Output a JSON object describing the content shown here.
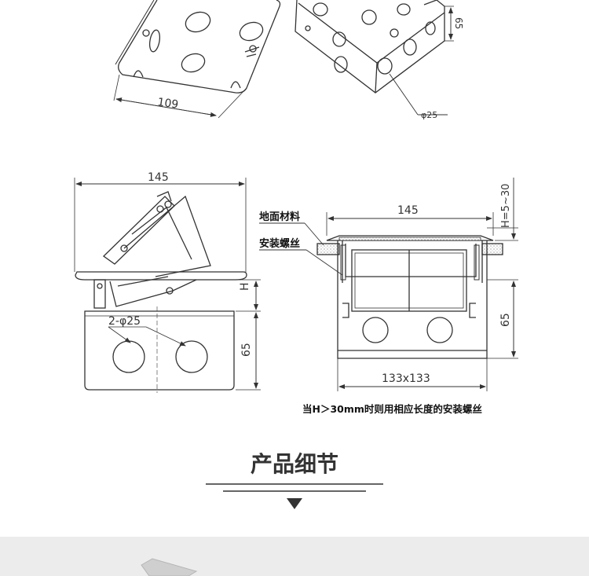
{
  "top_views": {
    "left_dim": "109",
    "right_dim_height": "65",
    "right_dim_hole": "φ25"
  },
  "side_view": {
    "width_dim": "145",
    "height_dim_h": "H",
    "height_dim_65": "65",
    "hole_label": "2-φ25"
  },
  "section_view": {
    "width_dim": "145",
    "height_dim_h": "H=5~30",
    "height_dim_65": "65",
    "base_dim": "133x133",
    "label_floor_material": "地面材料",
    "label_mounting_screw": "安装螺丝"
  },
  "note": "当H＞30mm时则用相应长度的安装螺丝",
  "section_title": "产品细节"
}
